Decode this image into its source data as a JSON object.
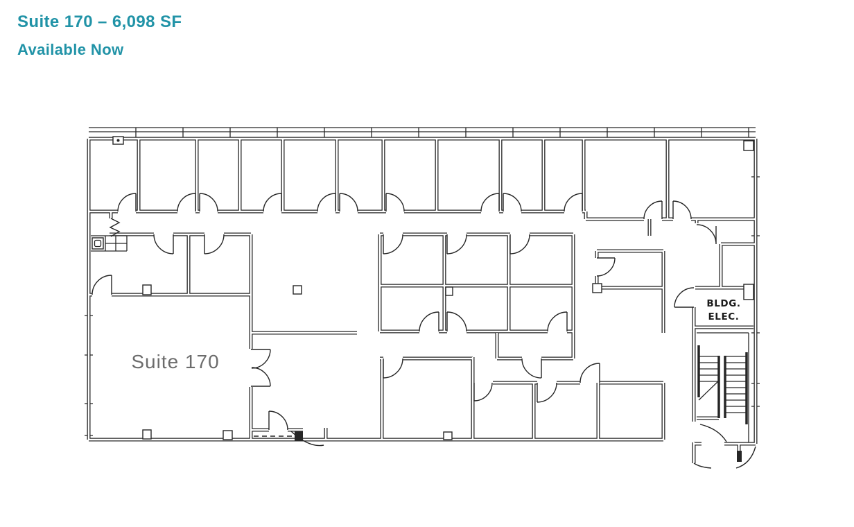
{
  "header": {
    "title": "Suite 170 – 6,098 SF",
    "availability": "Available Now"
  },
  "plan": {
    "suite_label": "Suite 170",
    "bldg_elec_line1": "BLDG.",
    "bldg_elec_line2": "ELEC."
  },
  "colors": {
    "accent": "#2193A7",
    "plan_line": "#262626",
    "suite_label_gray": "#6c6c6c"
  }
}
